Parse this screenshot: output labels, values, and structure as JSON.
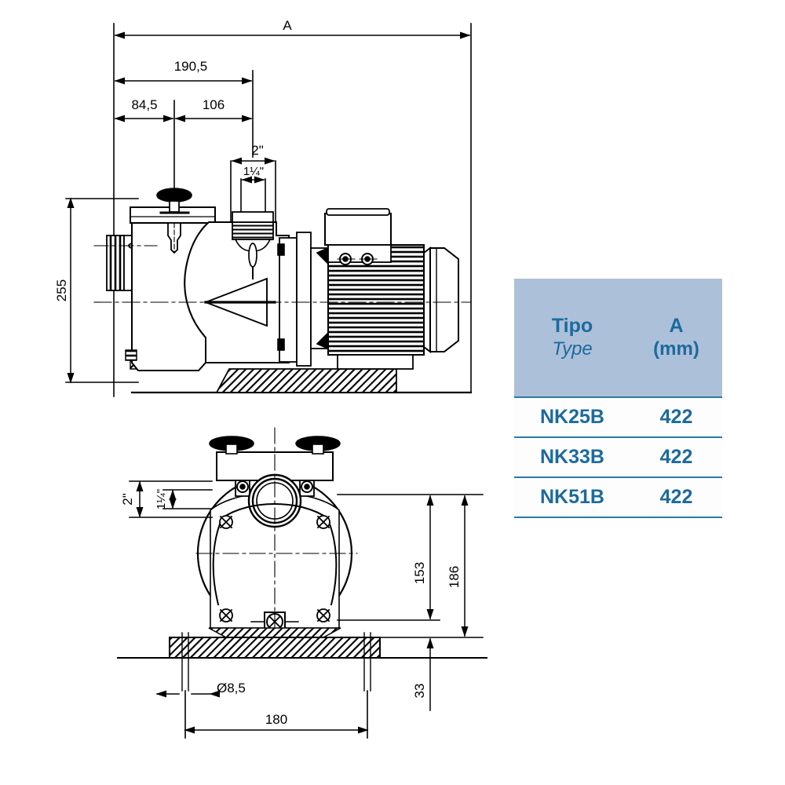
{
  "document": {
    "kind": "technical-dimension-drawing",
    "subject": "swimming pool centrifugal pump with strainer basket"
  },
  "views": {
    "side_view": {
      "name": "side elevation"
    },
    "front_view": {
      "name": "front elevation"
    }
  },
  "dimensions": {
    "overall_a": "A",
    "d190_5": "190,5",
    "d84_5": "84,5",
    "d106": "106",
    "discharge_outer": "2\"",
    "discharge_inner": "1¼\"",
    "height_255": "255",
    "front_outer": "2\"",
    "front_inner": "1¼\"",
    "d153": "153",
    "d186": "186",
    "d33": "33",
    "hole_dia": "Ø8,5",
    "base_width": "180"
  },
  "table": {
    "header": {
      "type_it": "Tipo",
      "type_en": "Type",
      "a_label": "A",
      "a_units": "(mm)"
    },
    "columns": [
      "Tipo / Type",
      "A (mm)"
    ],
    "rows": [
      {
        "type": "NK25B",
        "a": "422"
      },
      {
        "type": "NK33B",
        "a": "422"
      },
      {
        "type": "NK51B",
        "a": "422"
      }
    ]
  },
  "colors": {
    "header_bg": "#adc0d9",
    "text_blue": "#1c6a9e",
    "rule_blue": "#2a7aa8",
    "line_black": "#000000",
    "page_bg": "#ffffff"
  }
}
